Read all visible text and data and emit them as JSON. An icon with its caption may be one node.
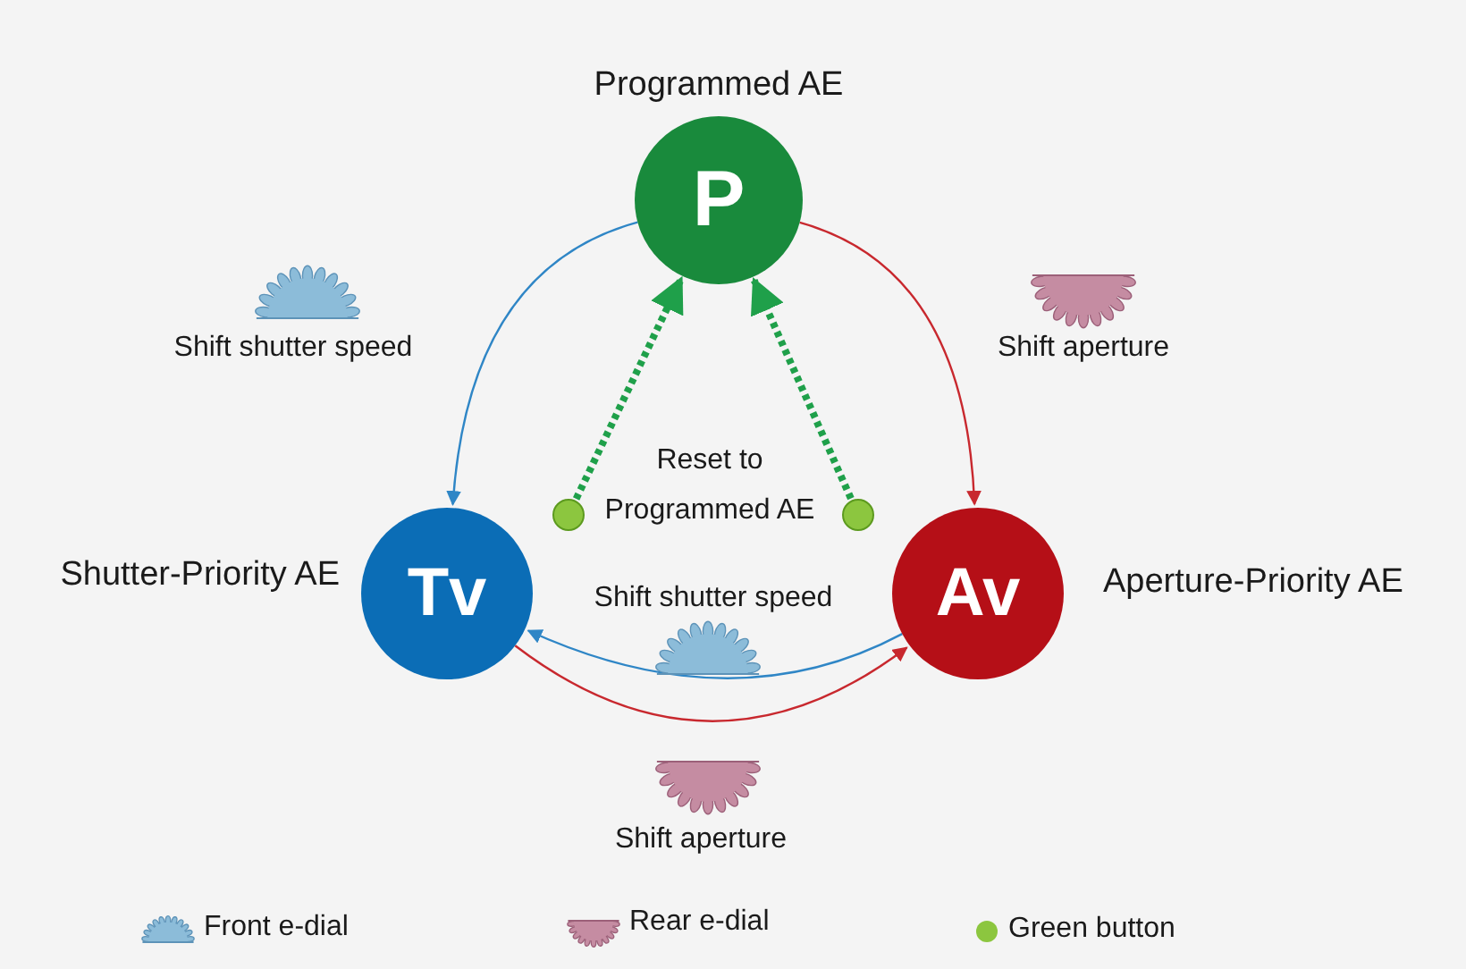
{
  "diagram": {
    "nodes": [
      {
        "text": [
          "P"
        ],
        "beside": [
          "Programmed AE"
        ]
      },
      {
        "text": [
          "Tv"
        ],
        "beside": [
          "Shutter-Priority AE"
        ]
      },
      {
        "text": [
          "Av"
        ],
        "beside": [
          "Aperture-Priority AE"
        ]
      },
      {
        "text": [],
        "shape": "circle"
      },
      {
        "text": [],
        "shape": "circle"
      }
    ],
    "edges": [
      {
        "from": 0,
        "to": 1,
        "arrow": "to",
        "color": "#2f86c6"
      },
      {
        "from": 0,
        "to": 2,
        "arrow": "to",
        "color": "#c8282e"
      },
      {
        "from": 3,
        "to": 0,
        "arrow": "to",
        "style": "dashed",
        "color": "#1fa04a"
      },
      {
        "from": 4,
        "to": 0,
        "arrow": "to",
        "style": "dashed",
        "color": "#1fa04a"
      },
      {
        "from": 2,
        "to": 1,
        "arrow": "to",
        "color": "#2f86c6"
      },
      {
        "from": 1,
        "to": 2,
        "arrow": "to",
        "color": "#c8282e"
      }
    ],
    "labels": [
      "Shift shutter speed",
      "Shift aperture",
      "Reset to Programmed AE",
      "Shift shutter speed",
      "Shift aperture"
    ],
    "legend": [
      {
        "text": "Front e-dial"
      },
      {
        "text": "Rear e-dial"
      },
      {
        "text": "Green button",
        "color": "#8cc63f"
      }
    ]
  }
}
